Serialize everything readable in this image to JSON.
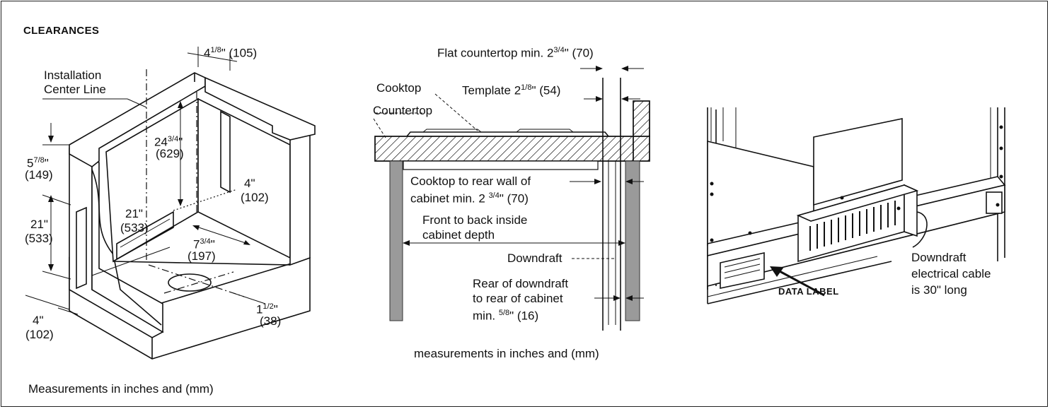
{
  "title": "CLEARANCES",
  "left_diagram": {
    "labels": {
      "install_center_line_1": "Installation",
      "install_center_line_2": "Center Line",
      "d_4_1_8": "4",
      "d_4_1_8_frac": "1/8",
      "d_4_1_8_rest": "\" (105)",
      "d_5_7_8": "5",
      "d_5_7_8_frac": "7/8",
      "d_5_7_8_q": "\"",
      "d_149": "(149)",
      "d_24_3_4": "24",
      "d_24_3_4_frac": "3/4",
      "d_24_3_4_q": "\"",
      "d_629": "(629)",
      "d_4_right": "4\"",
      "d_102_right": "(102)",
      "d_21_inner": "21\"",
      "d_533_inner": "(533)",
      "d_21_left": "21\"",
      "d_533_left": "(533)",
      "d_7_3_4": "7",
      "d_7_3_4_frac": "3/4",
      "d_7_3_4_q": "\"",
      "d_197": "(197)",
      "d_1_1_2": "1",
      "d_1_1_2_frac": "1/2",
      "d_1_1_2_q": "\"",
      "d_38": "(38)",
      "d_4_bottom": "4\"",
      "d_102_bottom": "(102)"
    },
    "caption": "Measurements in inches and (mm)"
  },
  "middle_diagram": {
    "labels": {
      "flat_countertop": "Flat countertop min. 2",
      "flat_countertop_frac": "3/4",
      "flat_countertop_rest": "\" (70)",
      "cooktop": "Cooktop",
      "template": "Template 2",
      "template_frac": "1/8",
      "template_rest": "\" (54)",
      "countertop": "Countertop",
      "cooktop_rear_1": "Cooktop to rear wall of",
      "cooktop_rear_2": "cabinet min. 2 ",
      "cooktop_rear_2_frac": "3/4",
      "cooktop_rear_2_rest": "\" (70)",
      "front_back_1": "Front to back inside",
      "front_back_2": "cabinet depth",
      "downdraft": "Downdraft",
      "rear_downdraft_1": "Rear of downdraft",
      "rear_downdraft_2": "to rear of cabinet",
      "rear_downdraft_3": "min. ",
      "rear_downdraft_3_frac": "5/8",
      "rear_downdraft_3_rest": "\" (16)"
    },
    "caption": "measurements in inches and (mm)"
  },
  "right_diagram": {
    "labels": {
      "data_label": "DATA LABEL",
      "downdraft_1": "Downdraft",
      "downdraft_2": "electrical cable",
      "downdraft_3": "is 30\" long"
    }
  }
}
